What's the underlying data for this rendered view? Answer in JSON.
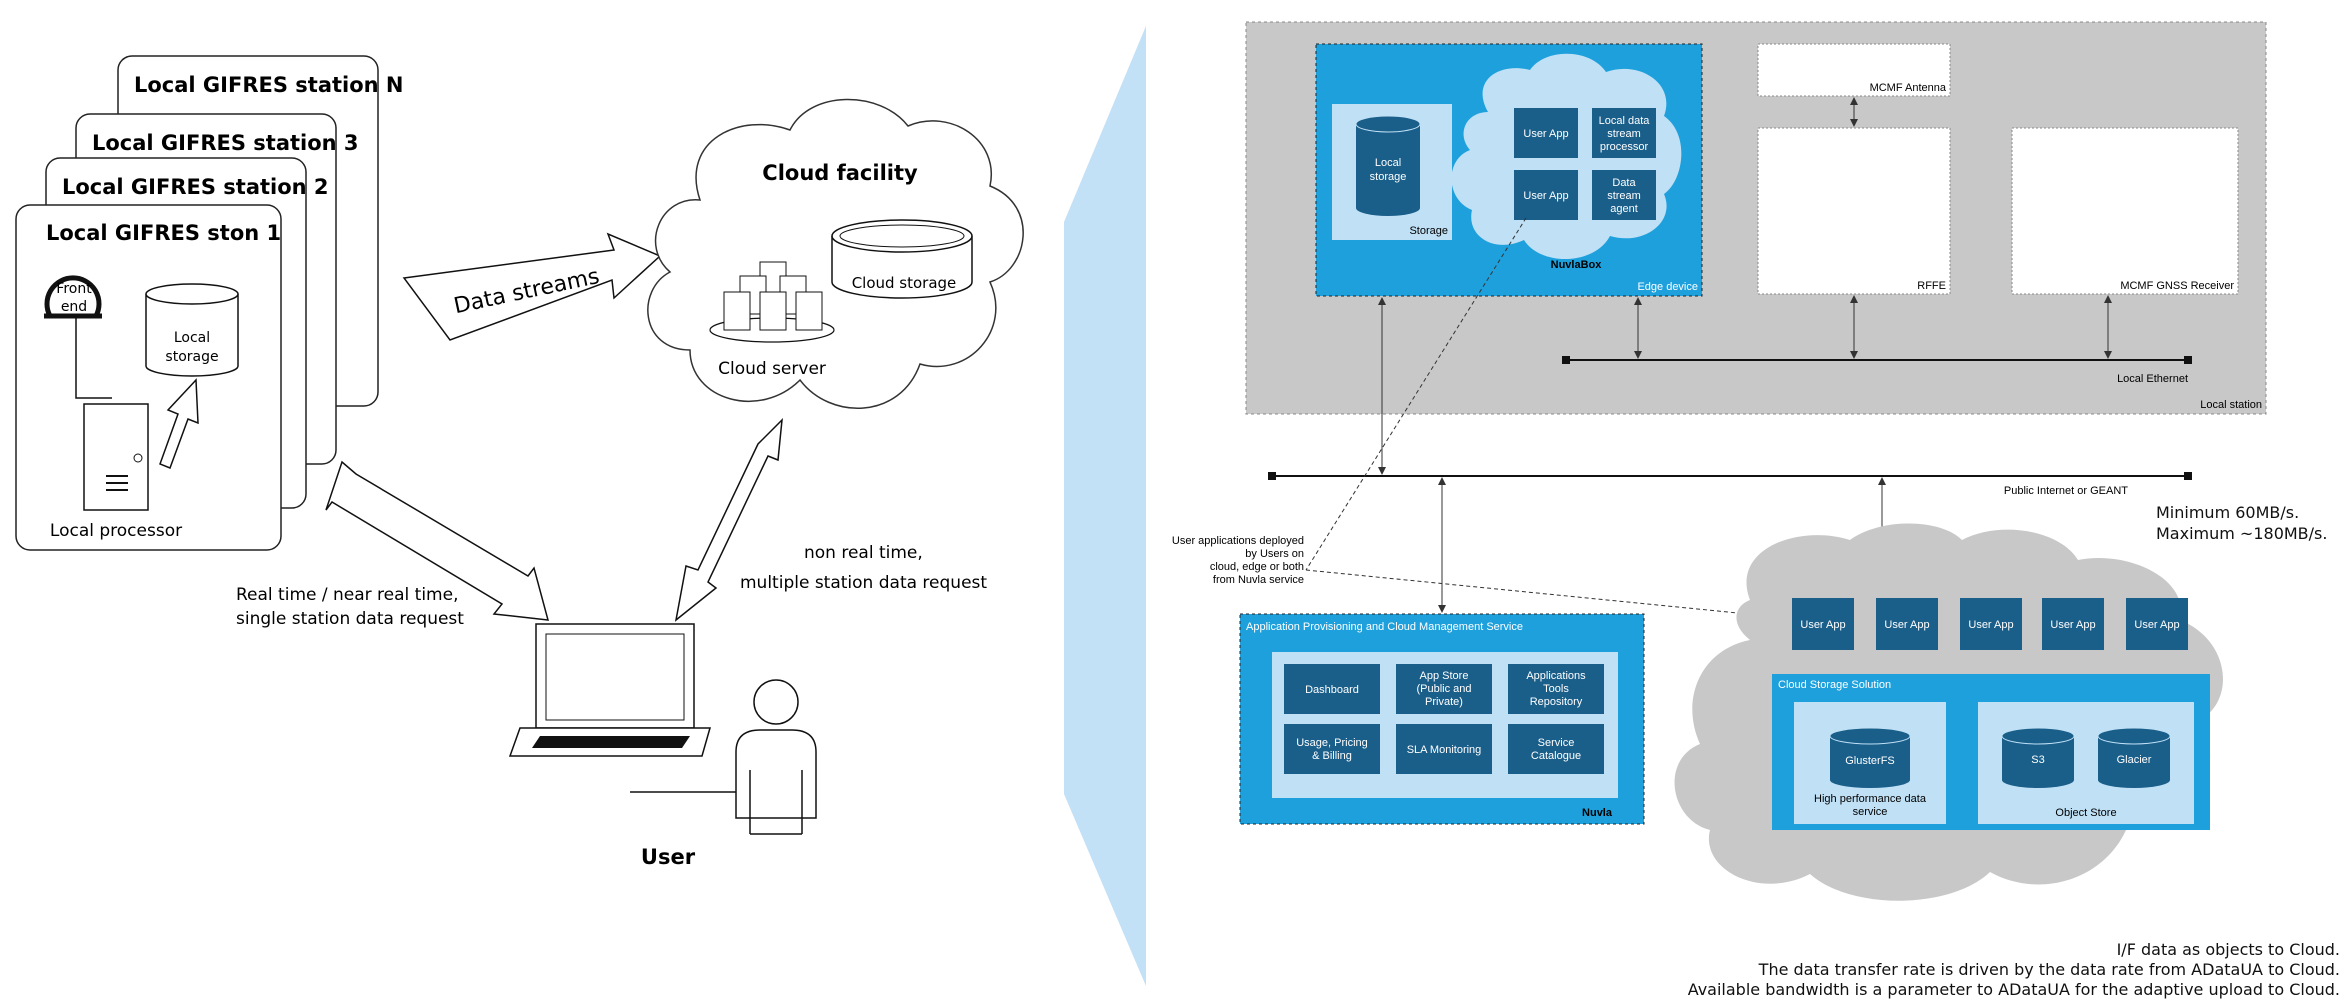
{
  "left": {
    "stations": [
      "Local GIFRES station N",
      "Local GIFRES station 3",
      "Local GIFRES station 2",
      "Local GIFRES ston 1"
    ],
    "front_end": [
      "Front",
      "end"
    ],
    "local_storage": [
      "Local",
      "storage"
    ],
    "local_processor": "Local processor",
    "data_streams": "Data streams",
    "cloud_facility": "Cloud facility",
    "cloud_storage": "Cloud storage",
    "cloud_server": "Cloud server",
    "realtime_request": [
      "Real time / near real time,",
      "single station data request"
    ],
    "nonrealtime_request": [
      "non real time,",
      "multiple station data request"
    ],
    "user": "User"
  },
  "right": {
    "local_station": "Local station",
    "edge_device": "Edge device",
    "storage_label": "Storage",
    "storage_cyl": [
      "Local",
      "storage"
    ],
    "nuviabox": "NuvlaBox",
    "user_app": "User App",
    "local_data_stream_processor": [
      "Local data",
      "stream",
      "processor"
    ],
    "data_stream_agent": [
      "Data",
      "stream",
      "agent"
    ],
    "mcmf_antenna": "MCMF Antenna",
    "rffe": "RFFE",
    "gnss_receiver": "MCMF GNSS Receiver",
    "local_ethernet": "Local Ethernet",
    "public_internet": "Public Internet or GEANT",
    "deploy_note": [
      "User applications deployed",
      "by Users on",
      "cloud, edge or both",
      "from Nuvla service"
    ],
    "app_service_title": "Application Provisioning and Cloud Management Service",
    "dashboard": "Dashboard",
    "app_store": [
      "App Store",
      "(Public and",
      "Private)"
    ],
    "apps_tools": [
      "Applications",
      "Tools",
      "Repository"
    ],
    "usage_pricing": [
      "Usage, Pricing",
      "& Billing"
    ],
    "sla": "SLA Monitoring",
    "service_catalogue": [
      "Service",
      "Catalogue"
    ],
    "nuvla": "Nuvla",
    "cloud_storage_solution": "Cloud Storage Solution",
    "glusterfs": "GlusterFS",
    "high_perf": [
      "High performance data",
      "service"
    ],
    "s3": "S3",
    "glacier": "Glacier",
    "object_store": "Object Store"
  },
  "bandwidth": [
    "Minimum 60MB/s.",
    "Maximum ~180MB/s."
  ],
  "notes": [
    "I/F data as objects to Cloud.",
    "The data transfer rate is driven by the data rate from ADataUA to Cloud.",
    "Available bandwidth is a parameter to ADataUA for the adaptive upload to Cloud."
  ],
  "colors": {
    "blue": "#1ea0dc",
    "dark_blue": "#1a5e8a",
    "light_blue": "#bfe0f5",
    "gray": "#c8c8c8"
  }
}
